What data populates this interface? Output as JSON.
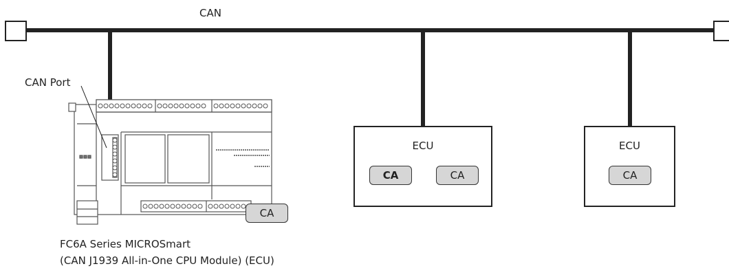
{
  "bus": {
    "label": "CAN"
  },
  "plc": {
    "port_label": "CAN Port",
    "ca_label": "CA",
    "caption_line1": "FC6A Series MICROSmart",
    "caption_line2": "(CAN J1939 All-in-One CPU Module) (ECU)"
  },
  "ecus": [
    {
      "title": "ECU",
      "cas": [
        {
          "label": "CA",
          "bold": true
        },
        {
          "label": "CA",
          "bold": false
        }
      ]
    },
    {
      "title": "ECU",
      "cas": [
        {
          "label": "CA",
          "bold": false
        }
      ]
    }
  ]
}
